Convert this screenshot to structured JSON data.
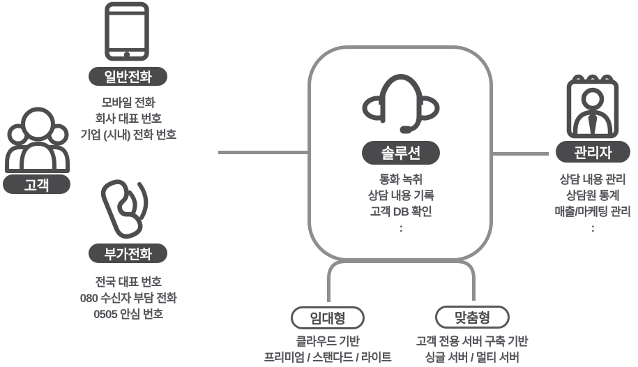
{
  "colors": {
    "dark_icon": "#4d4d50",
    "pill_fill": "#4a4a4d",
    "pill_text": "#ffffff",
    "body_text": "#525257",
    "line_gray": "#8e8e8e",
    "background": "#ffffff"
  },
  "customer": {
    "label": "고객",
    "icon": "people-group-icon"
  },
  "channels": [
    {
      "id": "general-phone",
      "label": "일반전화",
      "icon": "mobile-phone-icon",
      "lines": [
        "모바일 전화",
        "회사 대표 번호",
        "기업 (시내) 전화 번호"
      ]
    },
    {
      "id": "extra-phone",
      "label": "부가전화",
      "icon": "handset-icon",
      "lines": [
        "전국 대표 번호",
        "080 수신자 부담 전화",
        "0505 안심 번호"
      ]
    }
  ],
  "solution": {
    "label": "솔루션",
    "icon": "headset-icon",
    "lines": [
      "통화 녹취",
      "상담 내용 기록",
      "고객 DB 확인",
      ":"
    ]
  },
  "admin": {
    "label": "관리자",
    "icon": "id-badge-icon",
    "lines": [
      "상담 내용 관리",
      "상담원 통계",
      "매출/마케팅 관리",
      ":"
    ]
  },
  "deployments": [
    {
      "id": "rental",
      "label": "임대형",
      "lines": [
        "클라우드 기반",
        "프리미엄 / 스탠다드 / 라이트"
      ]
    },
    {
      "id": "custom",
      "label": "맞춤형",
      "lines": [
        "고객 전용 서버 구축 기반",
        "싱글 서버 / 멀티 서버"
      ]
    }
  ]
}
